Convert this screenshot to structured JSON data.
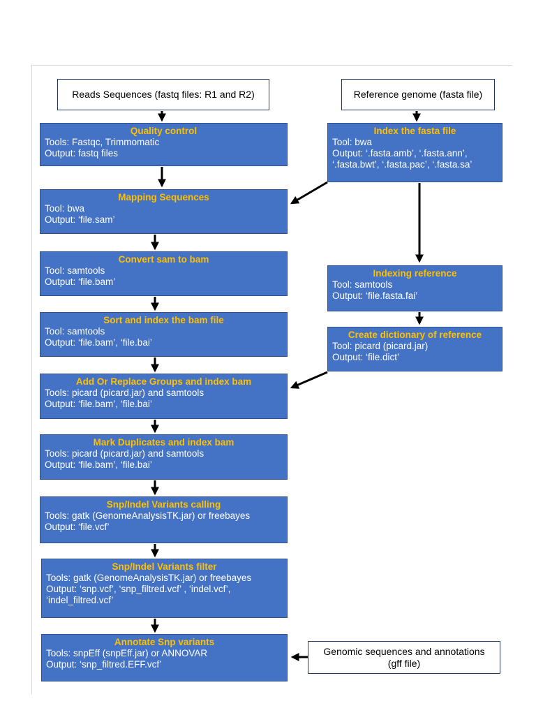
{
  "inputs": {
    "reads": "Reads Sequences (fastq files: R1 and R2)",
    "reference": "Reference genome (fasta file)",
    "annotations_line1": "Genomic sequences and annotations",
    "annotations_line2": "(gff file)"
  },
  "steps": {
    "quality": {
      "title": "Quality control",
      "lines": [
        "Tools: Fastqc, Trimmomatic",
        "Output: fastq files"
      ]
    },
    "mapping": {
      "title": "Mapping Sequences",
      "lines": [
        "Tool: bwa",
        "Output: ‘file.sam’"
      ]
    },
    "convert": {
      "title": "Convert sam to bam",
      "lines": [
        "Tool: samtools",
        "Output: ‘file.bam’"
      ]
    },
    "sort": {
      "title": "Sort and index the bam file",
      "lines": [
        "Tool: samtools",
        "Output: ‘file.bam’, ‘file.bai’"
      ]
    },
    "addgroups": {
      "title": "Add Or Replace Groups and index bam",
      "lines": [
        "Tools: picard (picard.jar) and samtools",
        "Output: ‘file.bam’, ‘file.bai’"
      ]
    },
    "markdup": {
      "title": "Mark Duplicates and index bam",
      "lines": [
        "Tools: picard (picard.jar) and samtools",
        "Output: ‘file.bam’, ‘file.bai’"
      ]
    },
    "calling": {
      "title": "Snp/Indel Variants  calling",
      "lines": [
        "Tools: gatk (GenomeAnalysisTK.jar) or freebayes",
        "Output: ‘file.vcf’"
      ]
    },
    "filter": {
      "title": "Snp/Indel Variants  filter",
      "lines": [
        "Tools: gatk (GenomeAnalysisTK.jar) or freebayes",
        "Output: ‘snp.vcf’, ‘snp_filtred.vcf’ , ‘indel.vcf’,",
        "‘indel_filtred.vcf’"
      ]
    },
    "annotate": {
      "title": "Annotate Snp variants",
      "lines": [
        "Tools: snpEff (snpEff.jar) or ANNOVAR",
        "Output: ‘snp_filtred.EFF.vcf’"
      ]
    },
    "indexfasta": {
      "title": "Index the fasta file",
      "lines": [
        "Tool: bwa",
        "Output: ‘.fasta.amb’, ‘.fasta.ann’,",
        "‘.fasta.bwt’, ‘.fasta.pac’, ‘.fasta.sa’"
      ]
    },
    "indexref": {
      "title": "Indexing reference",
      "lines": [
        "Tool: samtools",
        "Output: ‘file.fasta.fai’"
      ]
    },
    "dictionary": {
      "title": "Create dictionary of reference",
      "lines": [
        "Tool: picard (picard.jar)",
        "Output: ‘file.dict’"
      ]
    }
  },
  "colors": {
    "box_fill": "#4472c4",
    "box_title": "#ffc000",
    "box_text": "#ffffff",
    "arrow": "#000000"
  }
}
